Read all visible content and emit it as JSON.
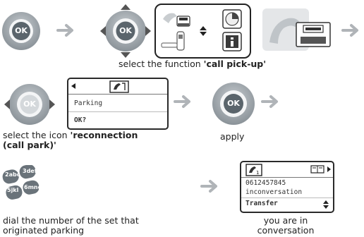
{
  "key_label": "OK",
  "row1": {
    "caption_prefix": "select the function ",
    "caption_bold": "'call pick-up'"
  },
  "row2": {
    "screen": {
      "line1": "Parking",
      "line2": "OK?"
    },
    "caption_left_prefix": "select the icon ",
    "caption_left_bold1": "'reconnection",
    "caption_left_bold2": "(call park)'",
    "caption_apply": "apply"
  },
  "row3": {
    "keypad": [
      "2abc",
      "3def",
      "5jkl",
      "6mno"
    ],
    "caption_dial_line1": "dial the number of the set that",
    "caption_dial_line2": "originated parking",
    "screen": {
      "number": "0612457845",
      "status": "inconversation",
      "action": "Transfer"
    },
    "caption_conv_line1": "you are in",
    "caption_conv_line2": "conversation"
  },
  "colors": {
    "arrow": "#b0b4b8",
    "key_ring": "#8e969c",
    "key_center": "#5b656c",
    "disabled": "#c8cdd1"
  }
}
